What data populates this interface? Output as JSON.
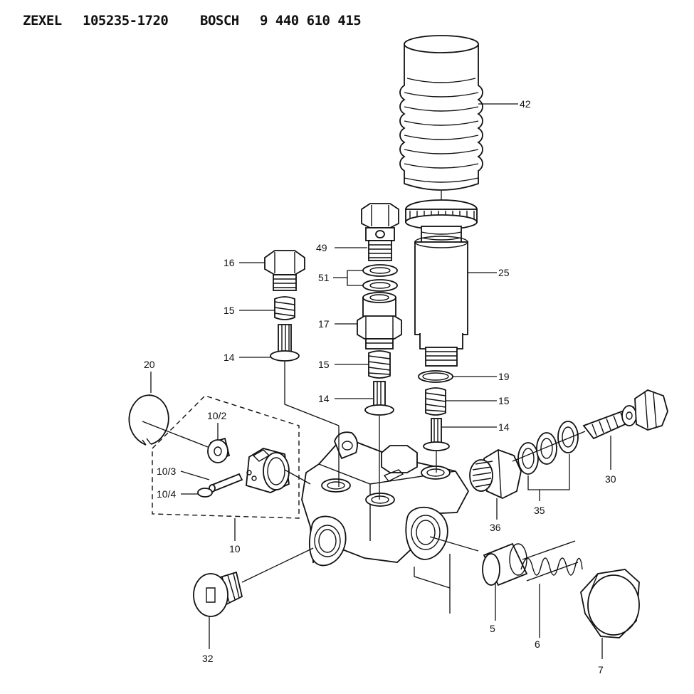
{
  "header": {
    "brand1": "ZEXEL",
    "part1": "105235-1720",
    "brand2": "BOSCH",
    "part2": "9 440 610 415"
  },
  "labels": {
    "p42": "42",
    "p49": "49",
    "p51": "51",
    "p25": "25",
    "p16": "16",
    "p15a": "15",
    "p17": "17",
    "p15b": "15",
    "p14a": "14",
    "p14b": "14",
    "p19": "19",
    "p15c": "15",
    "p14c": "14",
    "p20": "20",
    "p10_2": "10/2",
    "p10_3": "10/3",
    "p10_4": "10/4",
    "p10": "10",
    "p30": "30",
    "p35": "35",
    "p36": "36",
    "p5": "5",
    "p6": "6",
    "p7": "7",
    "p32": "32"
  }
}
